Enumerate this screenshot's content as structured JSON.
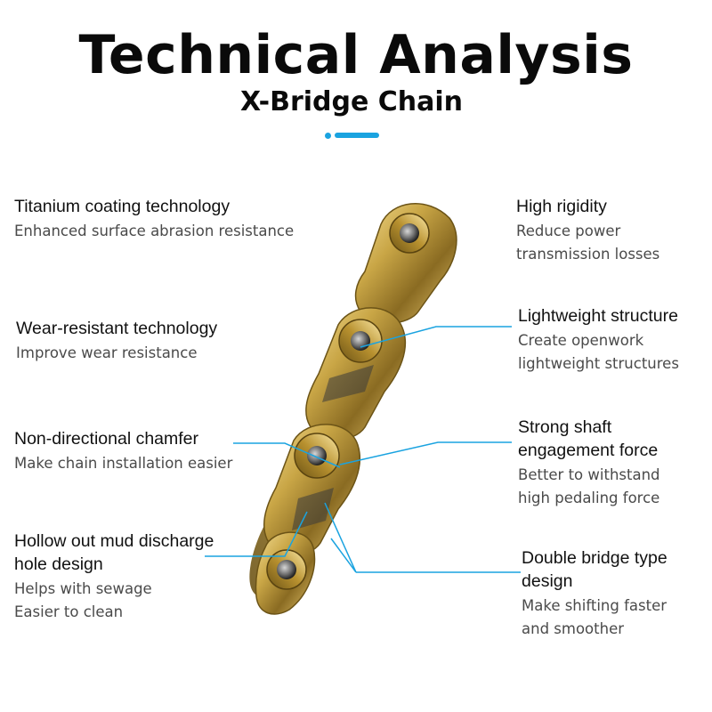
{
  "header": {
    "title": "Technical Analysis",
    "subtitle": "X-Bridge Chain"
  },
  "colors": {
    "accent": "#1aa3e0",
    "chain_gold": "#c9a646",
    "chain_dark": "#6b5316"
  },
  "features_left": [
    {
      "title": [
        "Titanium coating technology"
      ],
      "desc": [
        "Enhanced surface abrasion resistance"
      ]
    },
    {
      "title": [
        "Wear-resistant technology"
      ],
      "desc": [
        "Improve wear resistance"
      ]
    },
    {
      "title": [
        "Non-directional chamfer"
      ],
      "desc": [
        "Make chain installation easier"
      ]
    },
    {
      "title": [
        "Hollow out mud discharge",
        "hole design"
      ],
      "desc": [
        "Helps with sewage",
        "Easier to clean"
      ]
    }
  ],
  "features_right": [
    {
      "title": [
        "High rigidity"
      ],
      "desc": [
        "Reduce power",
        "transmission losses"
      ]
    },
    {
      "title": [
        "Lightweight structure"
      ],
      "desc": [
        "Create openwork",
        "lightweight structures"
      ]
    },
    {
      "title": [
        "Strong shaft",
        "engagement force"
      ],
      "desc": [
        "Better to withstand",
        "high pedaling force"
      ]
    },
    {
      "title": [
        "Double bridge type",
        "design"
      ],
      "desc": [
        "Make shifting faster",
        "and smoother"
      ]
    }
  ]
}
